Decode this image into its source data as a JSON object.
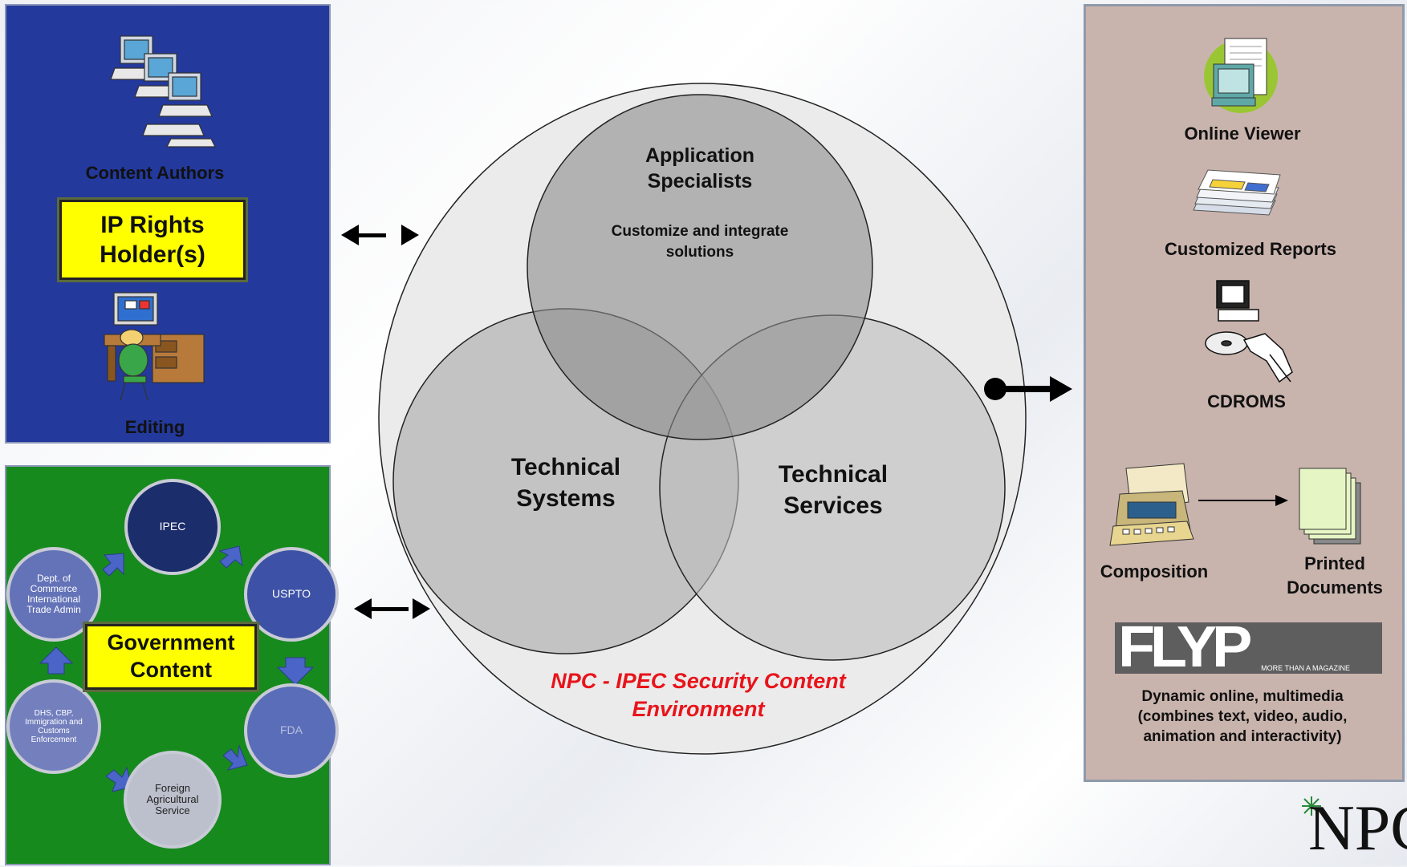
{
  "left_top": {
    "authors_label": "Content Authors",
    "rights_label": "IP Rights Holder(s)",
    "editing_label": "Editing"
  },
  "government": {
    "center_label": "Government Content",
    "nodes": [
      {
        "label": "IPEC"
      },
      {
        "label": "USPTO"
      },
      {
        "label": "FDA"
      },
      {
        "label": "Foreign Agricultural Service"
      },
      {
        "label": "DHS, CBP, Immigration and Customs Enforcement"
      },
      {
        "label": "Dept. of Commerce International Trade Admin"
      }
    ]
  },
  "venn": {
    "top_title": "Application Specialists",
    "top_sub": "Customize and integrate solutions",
    "left_title": "Technical Systems",
    "right_title": "Technical Services",
    "environment": "NPC - IPEC Security Content Environment"
  },
  "outputs": {
    "online_viewer": "Online Viewer",
    "custom_reports": "Customized Reports",
    "cdroms": "CDROMS",
    "composition": "Composition",
    "printed_docs": "Printed Documents",
    "flyp_logo": "FLYP",
    "flyp_tagline": "MORE THAN A MAGAZINE",
    "dynamic_desc": "Dynamic online, multimedia (combines text, video, audio, animation and interactivity)"
  },
  "brand": {
    "logo": "NPC"
  },
  "colors": {
    "blue_panel": "#23399c",
    "green_panel": "#178a1e",
    "right_panel": "#c9b4ad",
    "highlight_yellow": "#ffff00",
    "environment_red": "#e8141b"
  }
}
